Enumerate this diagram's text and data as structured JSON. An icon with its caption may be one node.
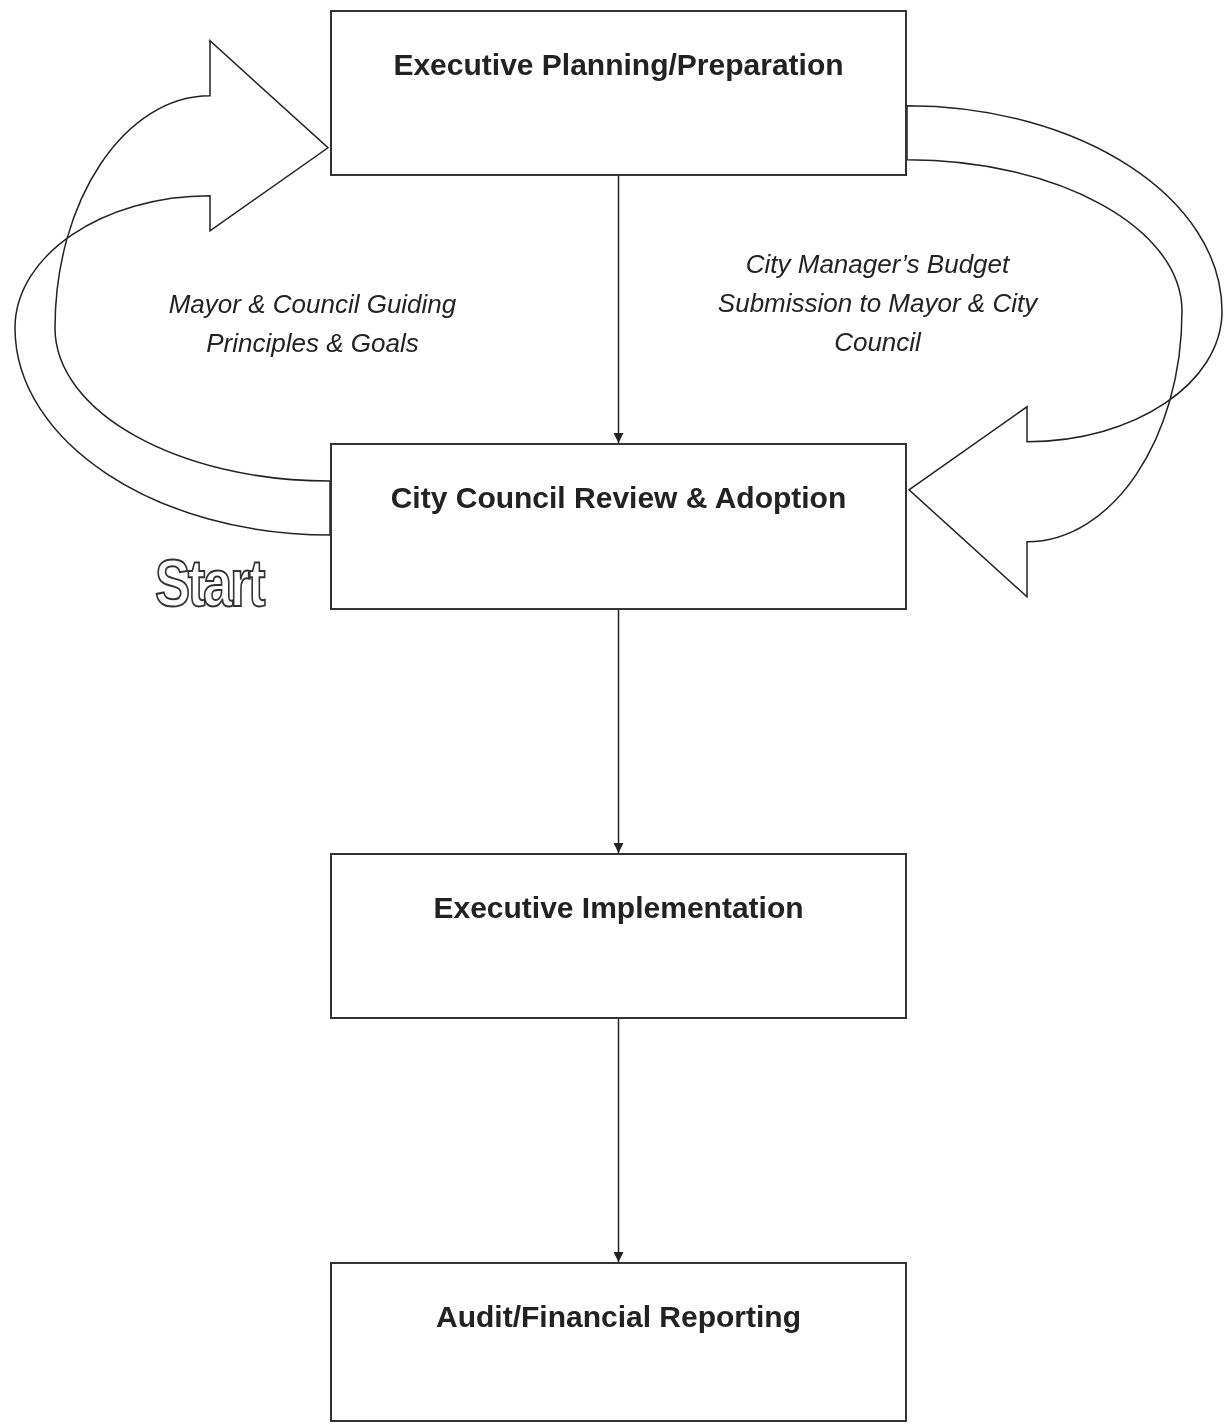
{
  "diagram": {
    "nodes": [
      {
        "text": [
          "Executive Planning/Preparation"
        ]
      },
      {
        "text": [
          "City Council Review & Adoption"
        ]
      },
      {
        "text": [
          "Executive Implementation"
        ]
      },
      {
        "text": [
          "Audit/Financial Reporting"
        ]
      }
    ],
    "edges": [
      {
        "from": 0,
        "to": 1,
        "arrow": "to"
      },
      {
        "from": 1,
        "to": 0,
        "arrow": "to",
        "style": "thick",
        "label": "Mayor & Council Guiding Principles & Goals"
      },
      {
        "from": 0,
        "to": 1,
        "arrow": "to",
        "style": "thick",
        "label": "City Manager’s Budget Submission to Mayor & City Council"
      },
      {
        "from": 1,
        "to": 2,
        "arrow": "to"
      },
      {
        "from": 2,
        "to": 3,
        "arrow": "to"
      }
    ],
    "labels": [
      "Start"
    ]
  }
}
